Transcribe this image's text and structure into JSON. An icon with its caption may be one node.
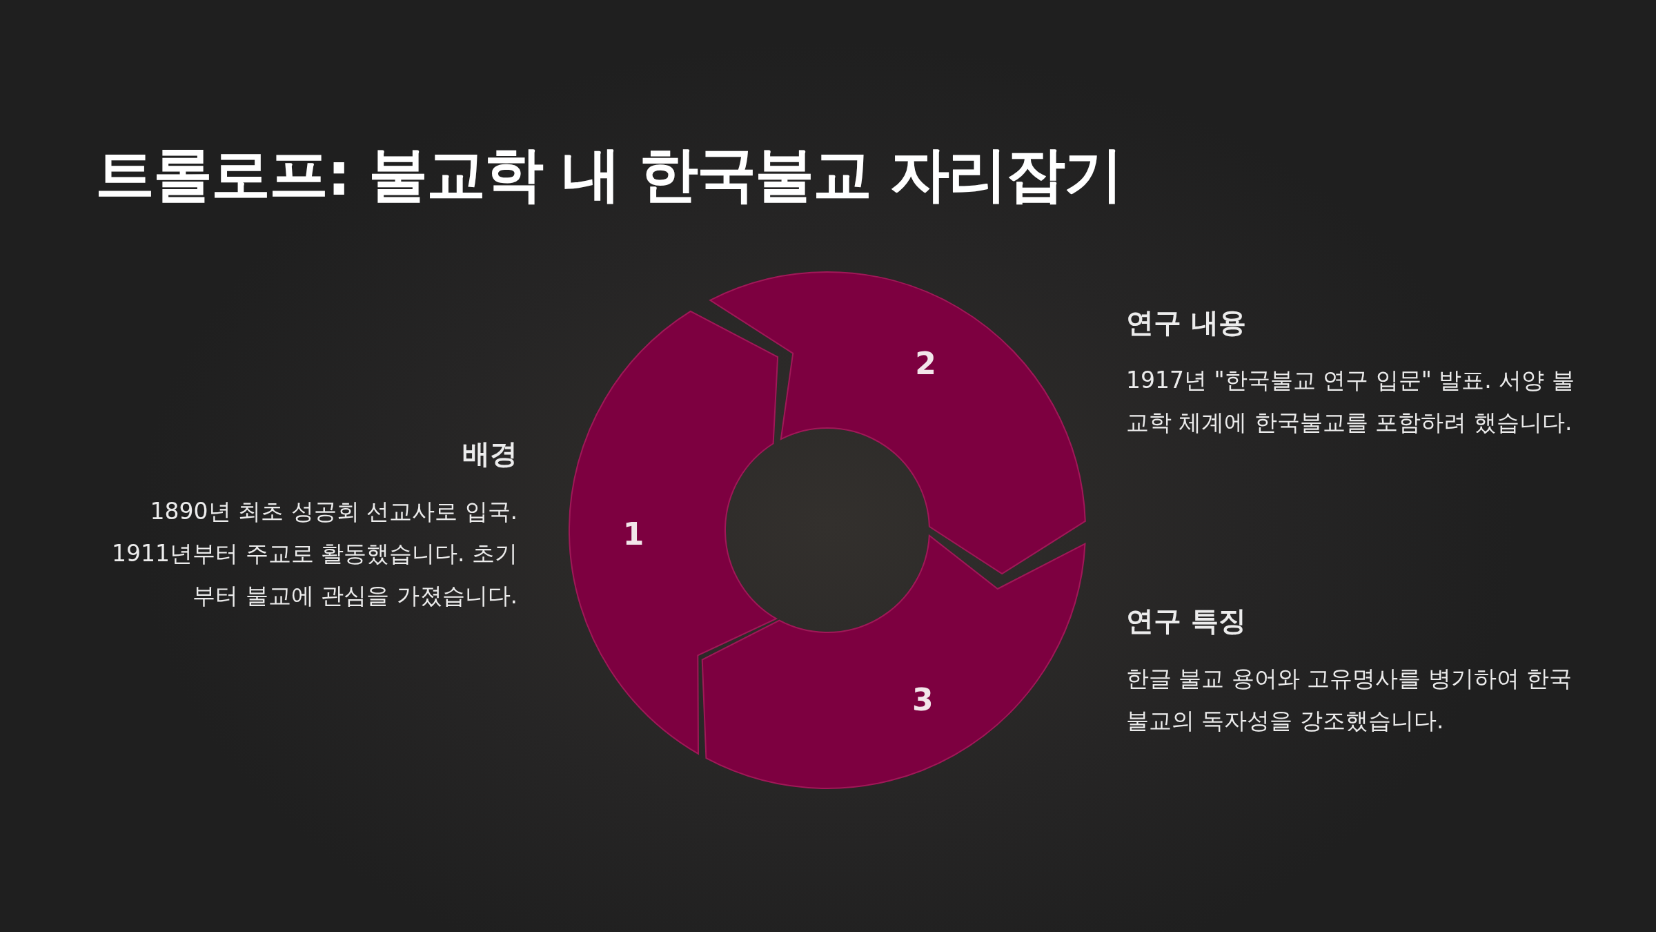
{
  "diagram": {
    "title": "트롤로프: 불교학 내 한국불교 자리잡기",
    "nodes": [
      {
        "text": [
          "1"
        ],
        "beside": [
          "배경",
          "1890년 최초 성공회 선교사로 입국. 1911년부터 주교로 활동했습니다. 초기부터 불교에 관심을 가졌습니다."
        ]
      },
      {
        "text": [
          "2"
        ],
        "beside": [
          "연구 내용",
          "1917년 \"한국불교 연구 입문\" 발표. 서양 불교학 체계에 한국불교를 포함하려 했습니다."
        ]
      },
      {
        "text": [
          "3"
        ],
        "beside": [
          "연구 특징",
          "한글 불교 용어와 고유명사를 병기하여 한국불교의 독자성을 강조했습니다."
        ]
      }
    ]
  }
}
